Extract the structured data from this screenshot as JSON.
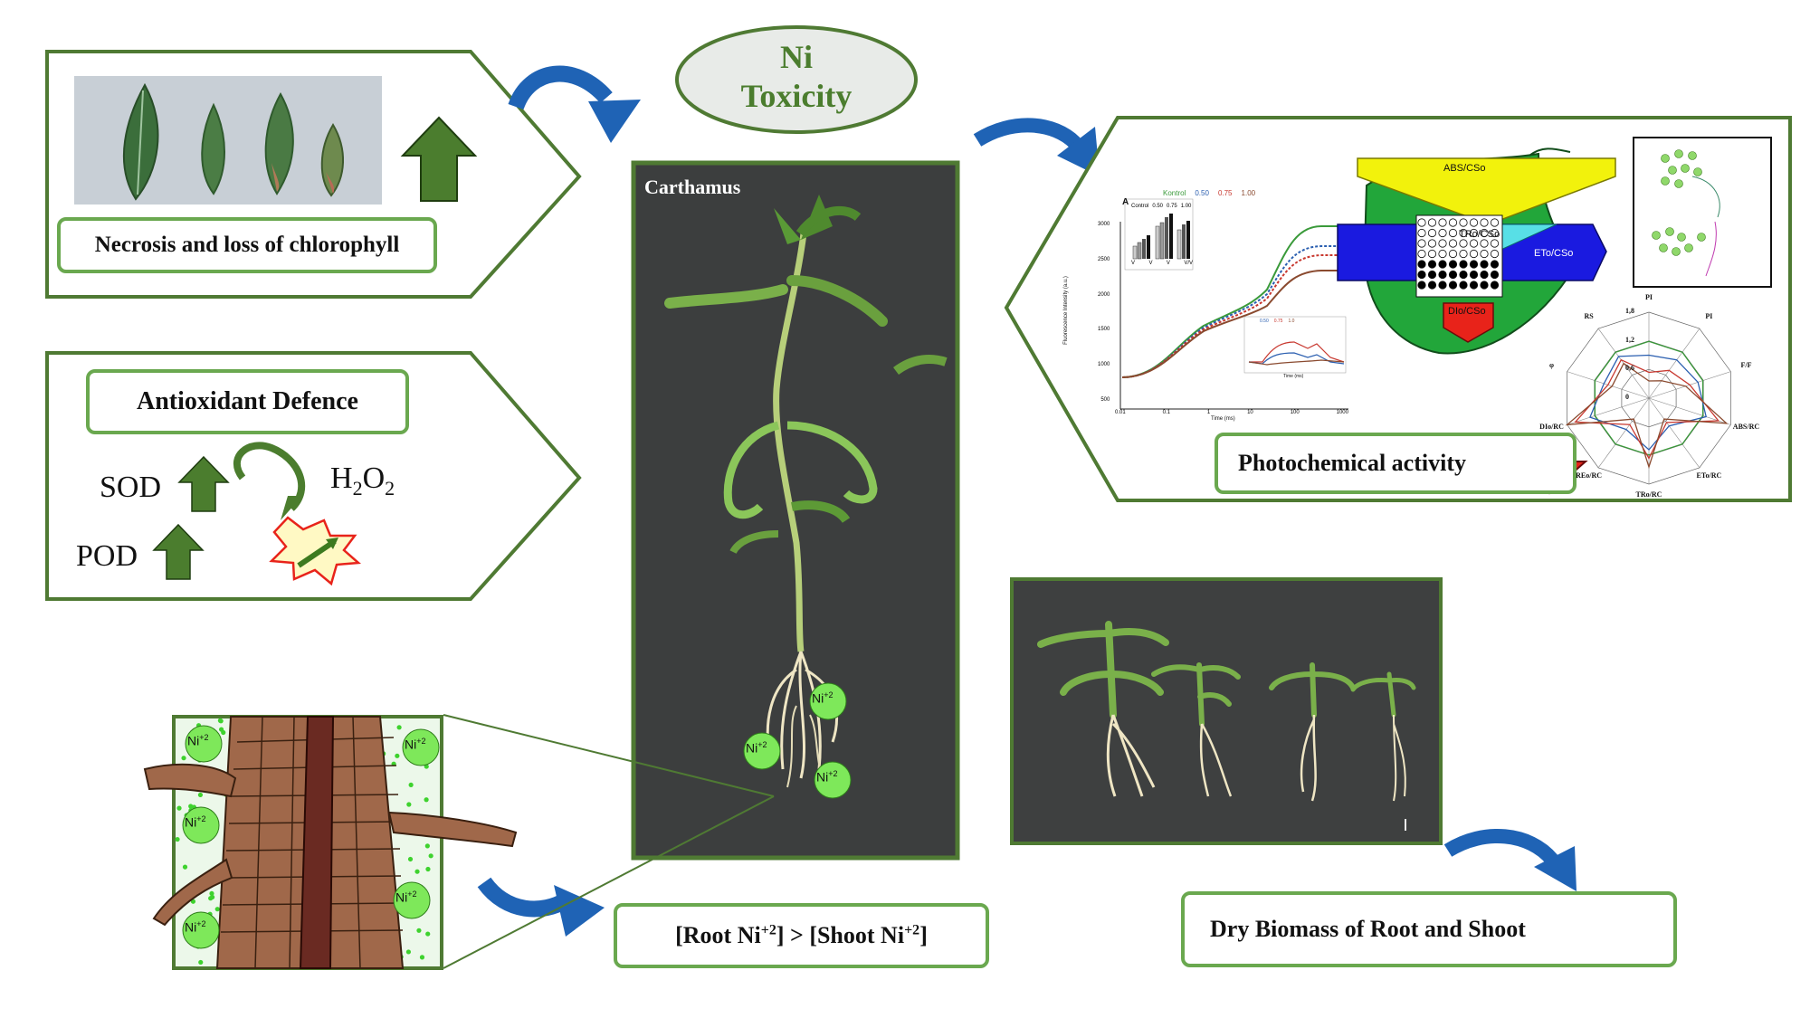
{
  "title": {
    "line1": "Ni",
    "line2": "Toxicity"
  },
  "necrosis": {
    "label": "Necrosis and loss of chlorophyll"
  },
  "antioxidant": {
    "label": "Antioxidant Defence",
    "sod": "SOD",
    "pod": "POD",
    "h2o2_main": "H",
    "h2o2_sub1": "2",
    "h2o2_mid": "O",
    "h2o2_sub2": "2"
  },
  "plant_photo": {
    "label": "Carthamus"
  },
  "ni_ion": {
    "base": "Ni",
    "charge": "+2"
  },
  "root_shoot": {
    "open": "[Root Ni",
    "sup1": "+2",
    "mid": "] > [Shoot Ni",
    "sup2": "+2",
    "close": "]"
  },
  "photochem": {
    "label": "Photochemical activity",
    "flux": {
      "abs": "ABS/CSo",
      "tro": "TRo/CSo",
      "eto": "ETo/CSo",
      "dio": "DIo/CSo"
    },
    "ojip": {
      "panel": "A",
      "legend": [
        "Kontrol",
        "0.50",
        "0.75",
        "1.00"
      ],
      "inset_legend": [
        "Control",
        "0.50",
        "0.75",
        "1.00"
      ],
      "inset_ticks": [
        "V",
        "V",
        "V",
        "V/V"
      ],
      "ylabel": "Fluorescence Intensity (a.u.)",
      "xlabel": "Time (ms)",
      "yticks": [
        "3000",
        "2500",
        "2000",
        "1500",
        "1000",
        "500"
      ],
      "xticks": [
        "0.01",
        "0.1",
        "1",
        "10",
        "100",
        "1000"
      ],
      "inset2_legend": [
        "0.50",
        "0.75",
        "1.0"
      ],
      "inset2_xlabel": "Time (ms)"
    },
    "radar": {
      "axes": [
        "PI",
        "PI",
        "F/F",
        "ABS/RC",
        "ETo/RC",
        "TRo/RC",
        "REo/RC",
        "DIo/RC",
        "φ",
        "RS"
      ],
      "ticks": [
        "1,8",
        "1,2",
        "0,6",
        "0"
      ]
    }
  },
  "biomass": {
    "label": "Dry Biomass of Root and Shoot"
  },
  "colors": {
    "border_green": "#4f7a33",
    "box_green": "#6aa84f",
    "arrow_green": "#4b7d2e",
    "down_red": "#e8231a",
    "blue_arrow": "#1f63b5",
    "ni_green": "#7ee85a"
  }
}
